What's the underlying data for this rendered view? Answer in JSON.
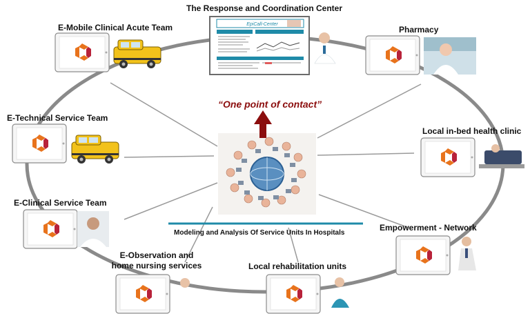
{
  "center": {
    "title": "The Response and Coordination Center",
    "screen_title": "EpiCall-Center",
    "slogan": "“One point of contact”",
    "caption": "Modeling and Analysis Of Service Units In Hospitals"
  },
  "nodes": [
    {
      "id": "mobile-acute",
      "label": "E-Mobile Clinical Acute Team"
    },
    {
      "id": "pharmacy",
      "label": "Pharmacy"
    },
    {
      "id": "technical",
      "label": "E-Technical Service Team"
    },
    {
      "id": "in-bed",
      "label": "Local in-bed health clinic"
    },
    {
      "id": "clinical",
      "label": "E-Clinical Service Team"
    },
    {
      "id": "empowerment",
      "label": "Empowerment - Network"
    },
    {
      "id": "observation",
      "label_line1": "E-Observation and",
      "label_line2": "home nursing services"
    },
    {
      "id": "rehab",
      "label": "Local rehabilitation units"
    }
  ],
  "colors": {
    "ring": "#8a8a8a",
    "spoke": "#9a9a9a",
    "arrow": "#8b0d0d",
    "caption_line": "#1f8ba8",
    "logo_orange": "#e8731c",
    "logo_red": "#b8223a",
    "taxi": "#f2c21b"
  }
}
